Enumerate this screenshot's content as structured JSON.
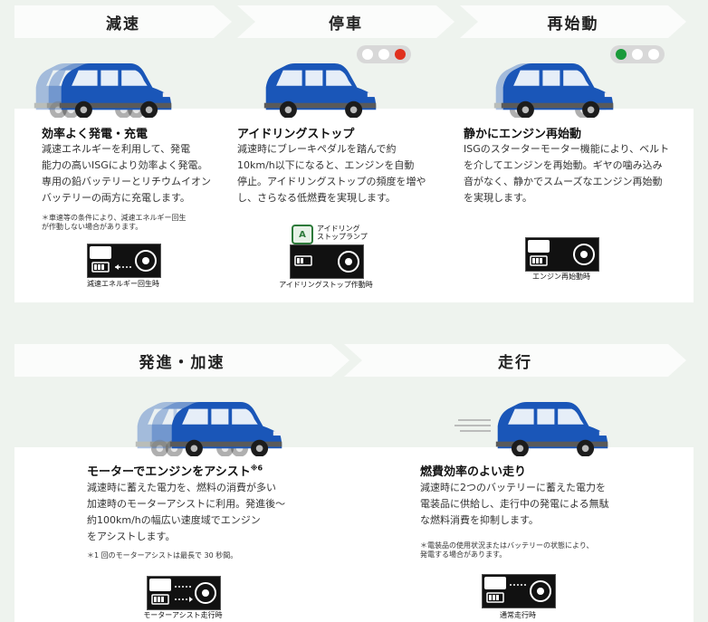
{
  "stages": [
    {
      "label": "減速"
    },
    {
      "label": "停車"
    },
    {
      "label": "再始動"
    },
    {
      "label": "発進・加速"
    },
    {
      "label": "走行"
    }
  ],
  "sections": {
    "deceleration": {
      "title": "効率よく発電・充電",
      "lines": [
        "減速エネルギーを利用して、発電",
        "能力の高いISGにより効率よく発電。",
        "専用の鉛バッテリーとリチウムイオン",
        "バッテリーの両方に充電します。"
      ],
      "notes": [
        "＊車速等の条件により、減速エネルギー回生",
        "が作動しない場合があります。"
      ],
      "caption": "減速エネルギー回生時"
    },
    "stop": {
      "title": "アイドリングストップ",
      "lines": [
        "減速時にブレーキペダルを踏んで約",
        "10km/h以下になると、エンジンを自動",
        "停止。アイドリングストップの頻度を増や",
        "し、さらなる低燃費を実現します。"
      ],
      "badge_letter": "A",
      "badge_lines": [
        "アイドリング",
        "ストップランプ"
      ],
      "caption": "アイドリングストップ作動時"
    },
    "restart": {
      "title": "静かにエンジン再始動",
      "lines": [
        "ISGのスターターモーター機能により、ベルト",
        "を介してエンジンを再始動。ギヤの噛み込み",
        "音がなく、静かでスムーズなエンジン再始動",
        "を実現します。"
      ],
      "caption": "エンジン再始動時"
    },
    "accelerate": {
      "title": "モーターでエンジンをアシスト",
      "title_sup": "※6",
      "lines": [
        "減速時に蓄えた電力を、燃料の消費が多い",
        "加速時のモーターアシストに利用。発進後～",
        "約100km/hの幅広い速度域でエンジン",
        "をアシストします。"
      ],
      "notes": [
        "＊1 回のモーターアシストは最長で 30 秒間。"
      ],
      "caption": "モーターアシスト走行時"
    },
    "cruise": {
      "title": "燃費効率のよい走り",
      "lines": [
        "減速時に2つのバッテリーに蓄えた電力を",
        "電装品に供給し、走行中の発電による無駄",
        "な燃料消費を抑制します。"
      ],
      "notes": [
        "＊電装品の使用状況またはバッテリーの状態により、",
        "発電する場合があります。"
      ],
      "caption": "通常走行時"
    }
  },
  "colors": {
    "car_blue": "#1a56b8",
    "panel_bg": "#ffffff",
    "page_bg": "#eef3ee",
    "light_red": "#e0301e",
    "light_green": "#1a9a3a"
  }
}
